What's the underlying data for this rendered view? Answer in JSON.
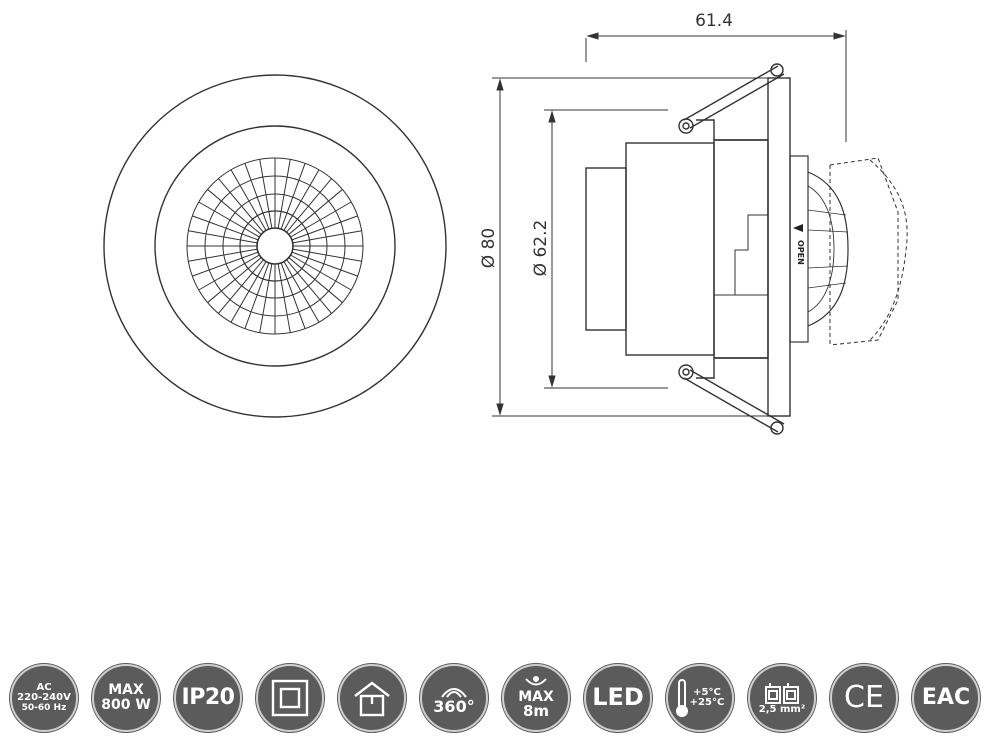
{
  "dimensions": {
    "depth": "61.4",
    "outer_diameter": "Ø 80",
    "cutout_diameter": "Ø 62.2",
    "open_label": "OPEN"
  },
  "icons": {
    "power": {
      "line1": "AC",
      "line2": "220-240V",
      "line3": "50-60 Hz"
    },
    "max_load": {
      "line1": "MAX",
      "line2": "800 W"
    },
    "ip": {
      "label": "IP20"
    },
    "class2": {
      "icon": "double-square-icon"
    },
    "indoor": {
      "icon": "house-icon"
    },
    "angle": {
      "label": "360°"
    },
    "range": {
      "line1": "MAX",
      "line2": "8m"
    },
    "led": {
      "label": "LED"
    },
    "temperature": {
      "line1": "+5°C",
      "line2": "+25°C"
    },
    "wire": {
      "label": "2,5 mm²"
    },
    "ce": {
      "label": "CE"
    },
    "eac": {
      "label": "EAC"
    }
  },
  "colors": {
    "icon_bg": "#5b5b5b",
    "line": "#333333"
  }
}
